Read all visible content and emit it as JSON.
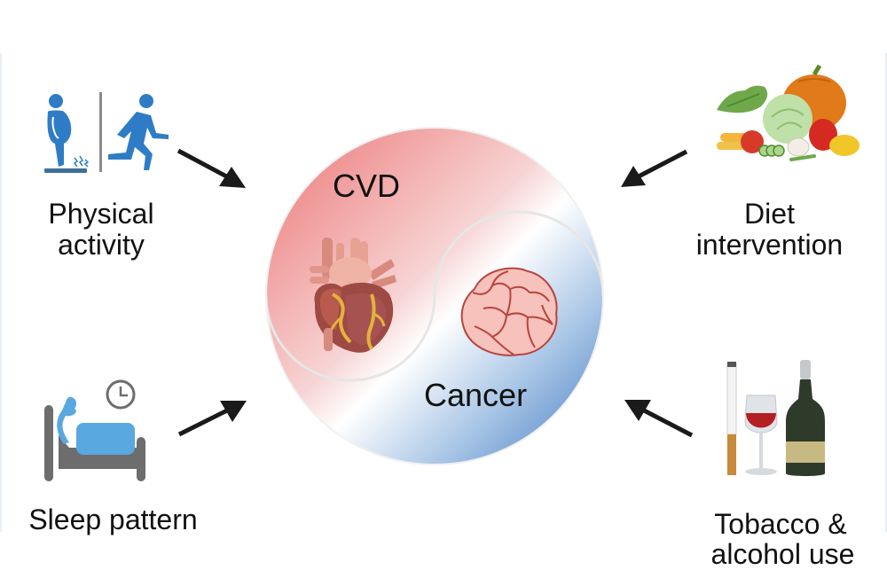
{
  "center": {
    "top_label": "CVD",
    "bottom_label": "Cancer",
    "colors": {
      "cvd": "#ef8a8a",
      "cancer": "#4f86c6"
    }
  },
  "factors": [
    {
      "id": "physical-activity",
      "label_line1": "Physical",
      "label_line2": "activity",
      "icon": "weight-scale-running-icon"
    },
    {
      "id": "diet-intervention",
      "label_line1": "Diet",
      "label_line2": "intervention",
      "icon": "vegetables-icon"
    },
    {
      "id": "sleep-pattern",
      "label_line1": "Sleep pattern",
      "label_line2": "",
      "icon": "bed-clock-icon"
    },
    {
      "id": "tobacco-alcohol",
      "label_line1": "Tobacco &",
      "label_line2": "alcohol use",
      "icon": "cigarette-wine-bottle-icon"
    }
  ],
  "colors": {
    "icon_blue": "#2f7cc6",
    "icon_gray": "#6d6d6d",
    "arrow": "#1a1a1a"
  }
}
